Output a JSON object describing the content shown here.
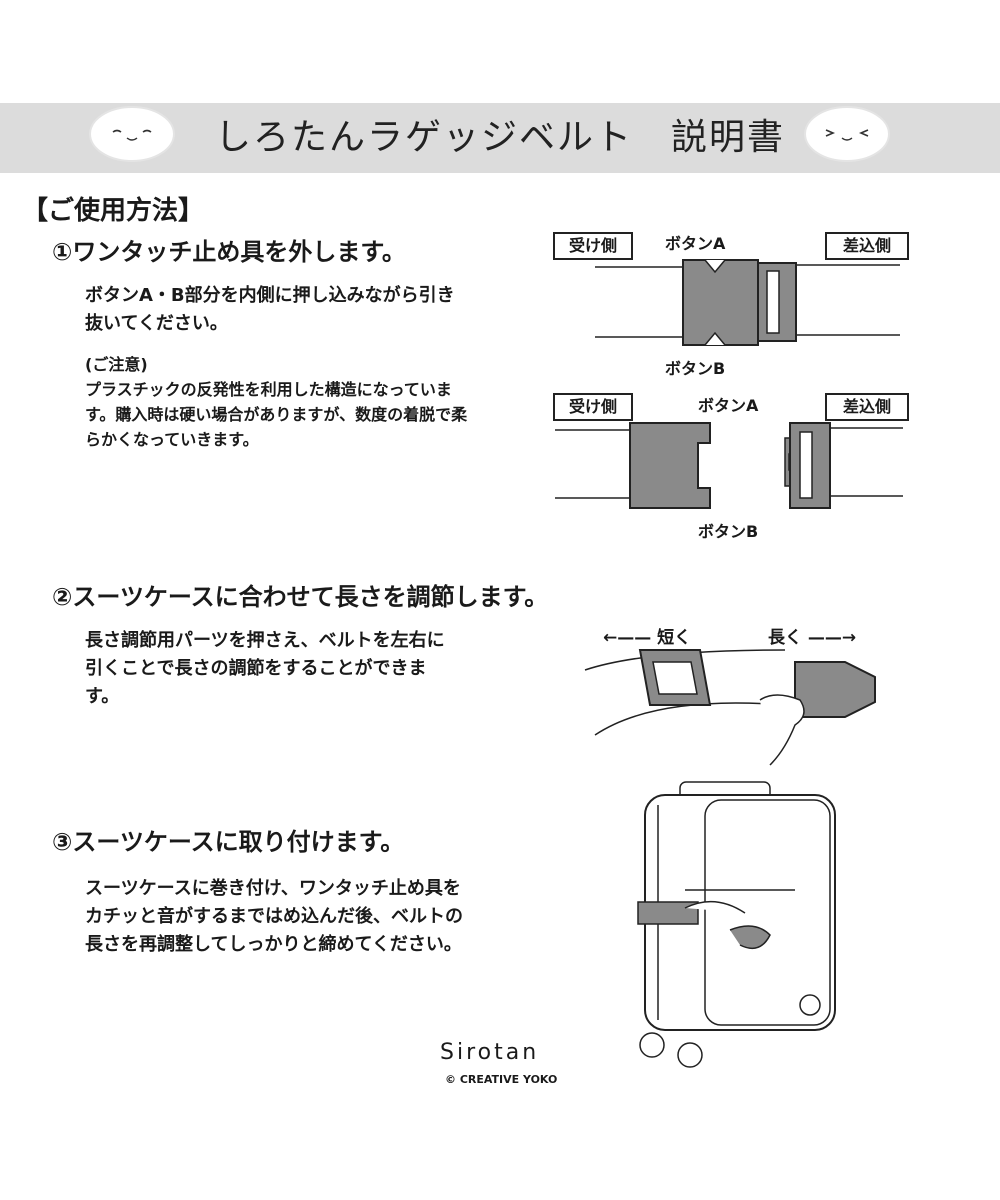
{
  "header": {
    "title": "しろたんラゲッジベルト　説明書"
  },
  "section": {
    "heading": "【ご使用方法】"
  },
  "step1": {
    "title": "①ワンタッチ止め具を外します。",
    "body": [
      "ボタンA・B部分を内側に押し込みながら引き",
      "抜いてください。"
    ],
    "note_heading": "(ご注意)",
    "note": [
      "プラスチックの反発性を利用した構造になっていま",
      "す。購入時は硬い場合がありますが、数度の着脱で柔",
      "らかくなっていきます。"
    ],
    "diagram": {
      "receiving_side": "受け側",
      "insert_side": "差込側",
      "button_a": "ボタンA",
      "button_b": "ボタンB"
    }
  },
  "step2": {
    "title": "②スーツケースに合わせて長さを調節します。",
    "body": [
      "長さ調節用パーツを押さえ、ベルトを左右に",
      "引くことで長さの調節をすることができま",
      "す。"
    ],
    "shorter": "短く",
    "longer": "長く"
  },
  "step3": {
    "title": "③スーツケースに取り付けます。",
    "body": [
      "スーツケースに巻き付け、ワンタッチ止め具を",
      "カチッと音がするまではめ込んだ後、ベルトの",
      "長さを再調整してしっかりと締めてください。"
    ]
  },
  "footer": {
    "brand": "Sirotan",
    "copyright": "© CREATIVE YOKO"
  },
  "colors": {
    "banner": "#dcdcdc",
    "buckle": "#8a8a8a",
    "ink": "#1a1a1a"
  }
}
